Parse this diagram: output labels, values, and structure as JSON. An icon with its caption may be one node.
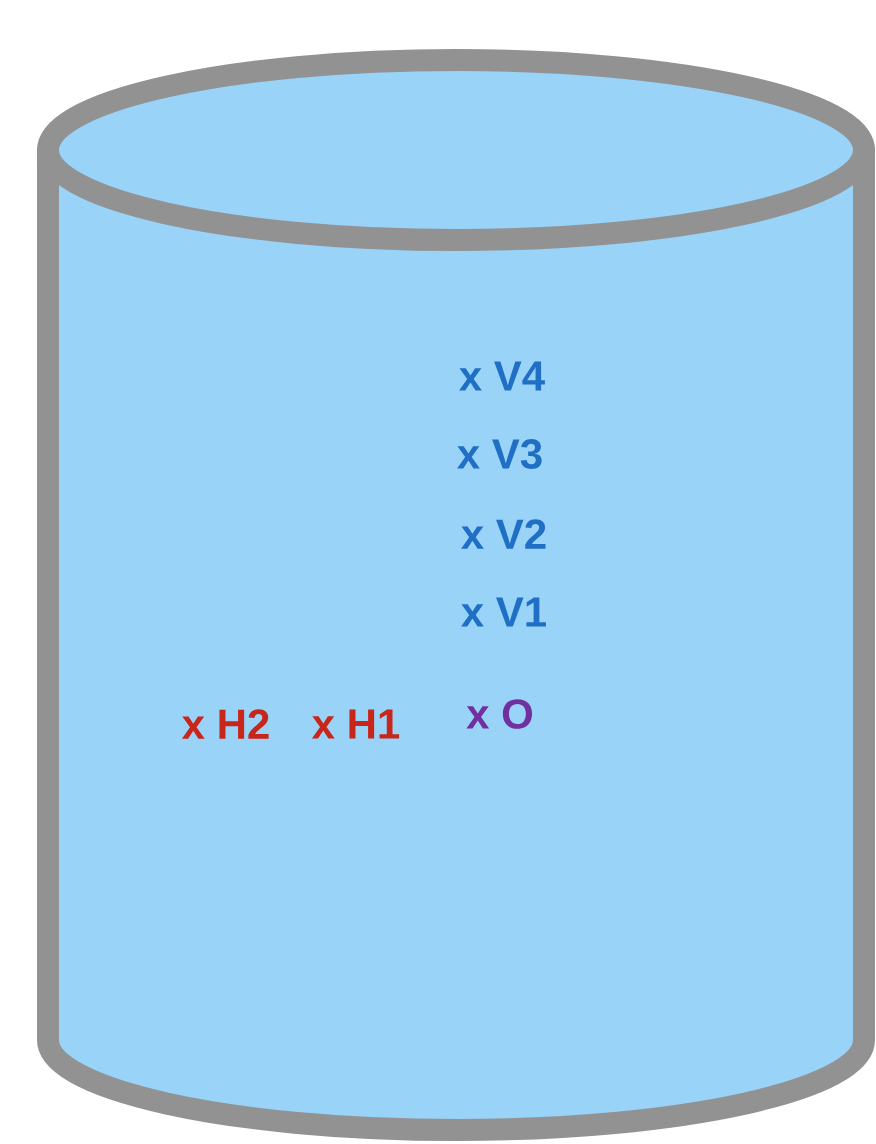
{
  "diagram": {
    "labels": [
      "x V4",
      "x V3",
      "x V2",
      "x V1",
      "x H2",
      "x H1",
      "x O"
    ]
  }
}
